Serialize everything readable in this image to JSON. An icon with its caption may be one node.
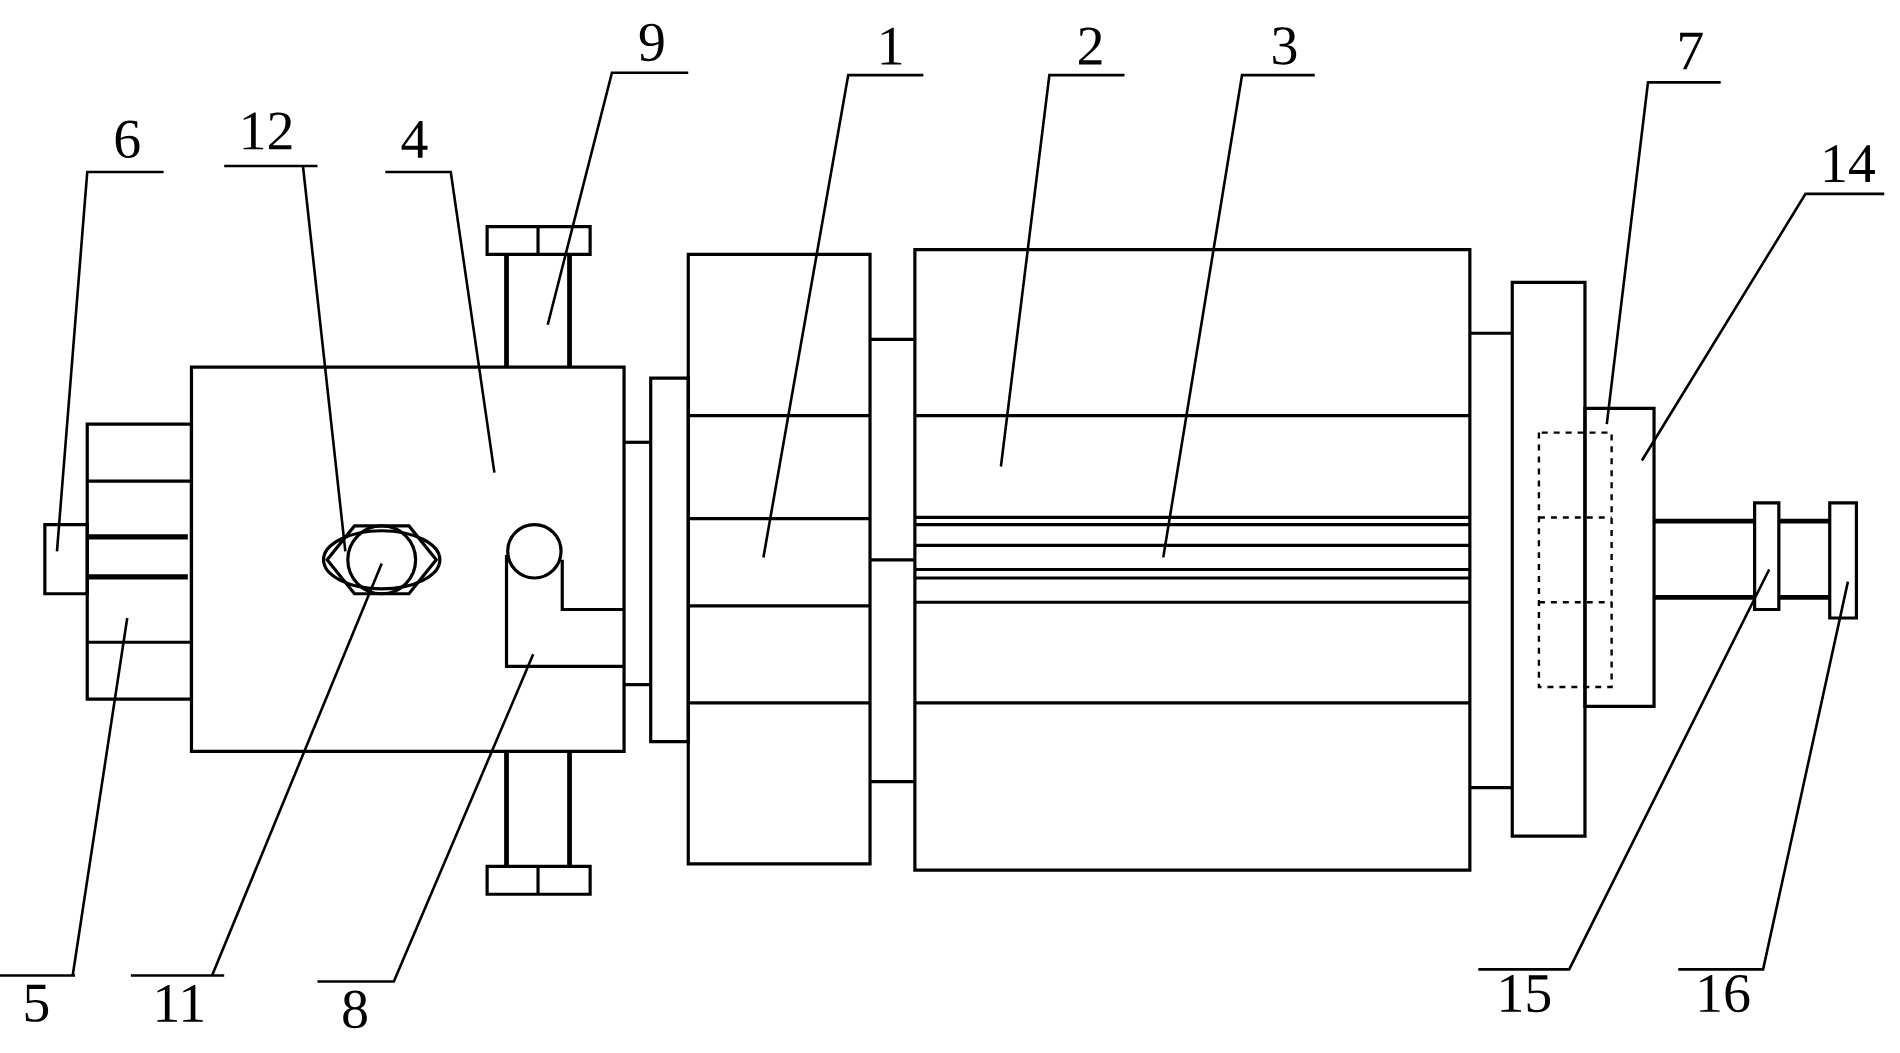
{
  "diagram": {
    "nodes": [
      {
        "text": [
          "6"
        ]
      },
      {
        "text": [
          "12"
        ]
      },
      {
        "text": [
          "4"
        ]
      },
      {
        "text": [
          "9"
        ]
      },
      {
        "text": [
          "1"
        ]
      },
      {
        "text": [
          "2"
        ]
      },
      {
        "text": [
          "3"
        ]
      },
      {
        "text": [
          "7"
        ]
      },
      {
        "text": [
          "14"
        ]
      },
      {
        "text": [
          "5"
        ]
      },
      {
        "text": [
          "11"
        ]
      },
      {
        "text": [
          "8"
        ]
      },
      {
        "text": [
          "15"
        ]
      },
      {
        "text": [
          "16"
        ]
      }
    ],
    "edges": [
      {
        "from": 0,
        "to": null,
        "arrow": "none"
      },
      {
        "from": 1,
        "to": null,
        "arrow": "none"
      },
      {
        "from": 2,
        "to": null,
        "arrow": "none"
      },
      {
        "from": 3,
        "to": null,
        "arrow": "none"
      },
      {
        "from": 4,
        "to": null,
        "arrow": "none"
      },
      {
        "from": 5,
        "to": null,
        "arrow": "none"
      },
      {
        "from": 6,
        "to": null,
        "arrow": "none"
      },
      {
        "from": 7,
        "to": null,
        "arrow": "none"
      },
      {
        "from": 8,
        "to": null,
        "arrow": "none"
      },
      {
        "from": 9,
        "to": null,
        "arrow": "none"
      },
      {
        "from": 10,
        "to": null,
        "arrow": "none"
      },
      {
        "from": 11,
        "to": null,
        "arrow": "none"
      },
      {
        "from": 12,
        "to": null,
        "arrow": "none"
      },
      {
        "from": 13,
        "to": null,
        "arrow": "none"
      }
    ]
  }
}
